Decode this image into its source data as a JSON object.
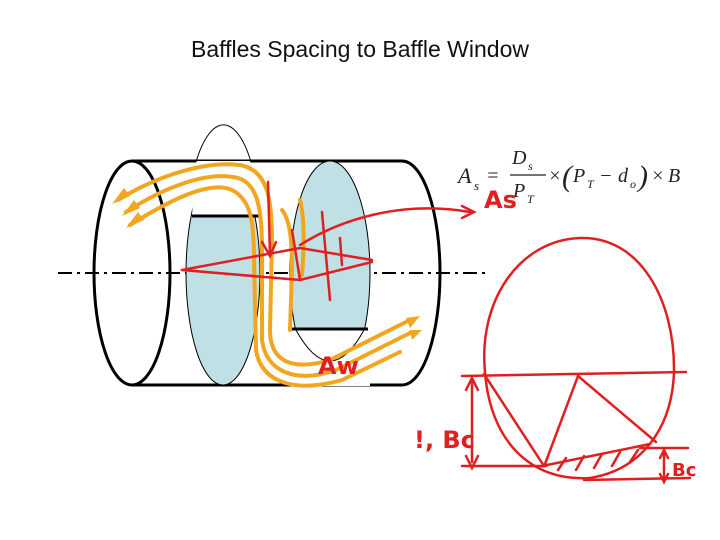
{
  "title": "Baffles Spacing to Baffle Window",
  "formula": {
    "lhs": "A",
    "lhs_sub": "s",
    "num": "D",
    "num_sub": "s",
    "den": "P",
    "den_sub": "T",
    "times1": "×",
    "open": "(",
    "p": "P",
    "p_sub": "T",
    "minus": "−",
    "d": "d",
    "d_sub": "o",
    "close": ")",
    "times2": "×",
    "b": "B"
  },
  "annotations": {
    "as": "As",
    "aw": "Aw",
    "bc_left": "!, Bc",
    "bc_right": "Bc"
  },
  "colors": {
    "baffle_fill": "#bfe0e4",
    "flow": "#f2a51e",
    "annotation": "#e02020",
    "outline": "#000000"
  }
}
